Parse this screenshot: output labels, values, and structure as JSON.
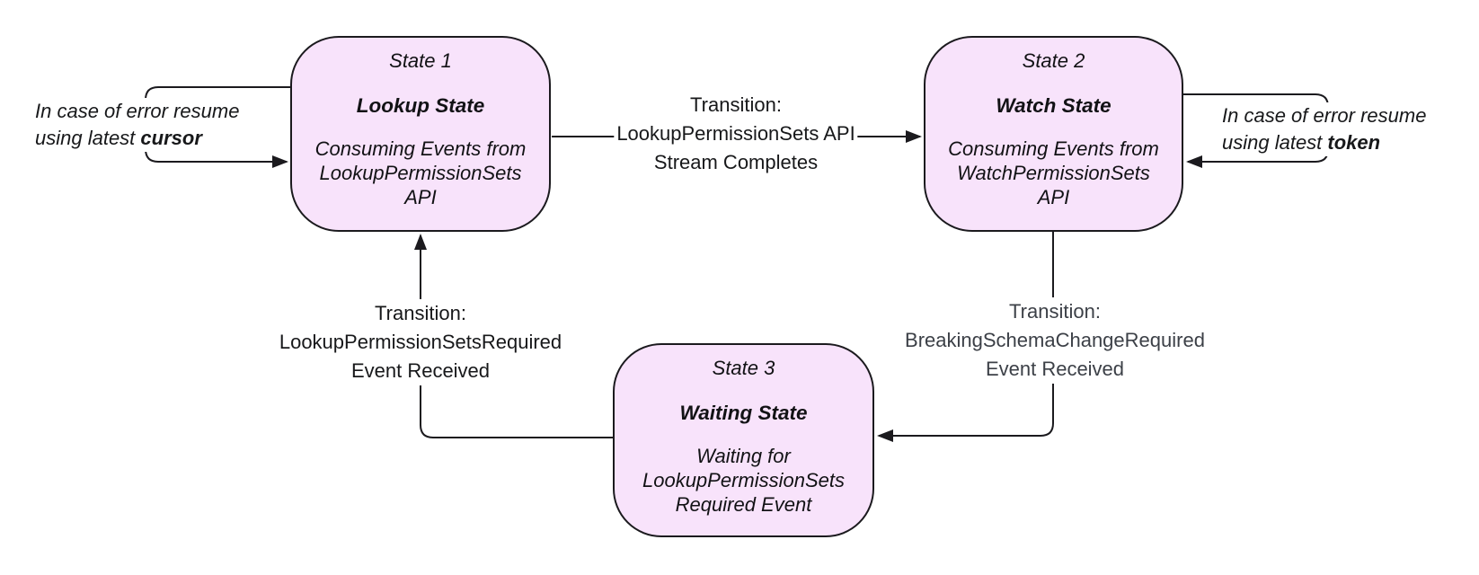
{
  "diagram": {
    "states": [
      {
        "label": "State 1",
        "name": "Lookup State",
        "description": "Consuming Events from\nLookupPermissionSets\nAPI"
      },
      {
        "label": "State 2",
        "name": "Watch State",
        "description": "Consuming Events from\nWatchPermissionSets\nAPI"
      },
      {
        "label": "State 3",
        "name": "Waiting State",
        "description": "Waiting for\nLookupPermissionSets\nRequired Event"
      }
    ],
    "transitions": [
      {
        "label": "Transition:\nLookupPermissionSets API\nStream Completes"
      },
      {
        "label": "Transition:\nBreakingSchemaChangeRequired\nEvent Received"
      },
      {
        "label": "Transition:\nLookupPermissionSetsRequired\nEvent Received"
      }
    ],
    "error_notes": [
      {
        "line1": "In case of error resume",
        "line2_prefix": "using latest ",
        "line2_bold": "cursor"
      },
      {
        "line1": "In case of error resume",
        "line2_prefix": "using latest ",
        "line2_bold": "token"
      }
    ],
    "colors": {
      "state_fill": "#f8e3fb",
      "state_border": "#1b1a1e",
      "line": "#1b1a1e",
      "text": "#17181a",
      "muted_text": "#3c4047"
    }
  }
}
